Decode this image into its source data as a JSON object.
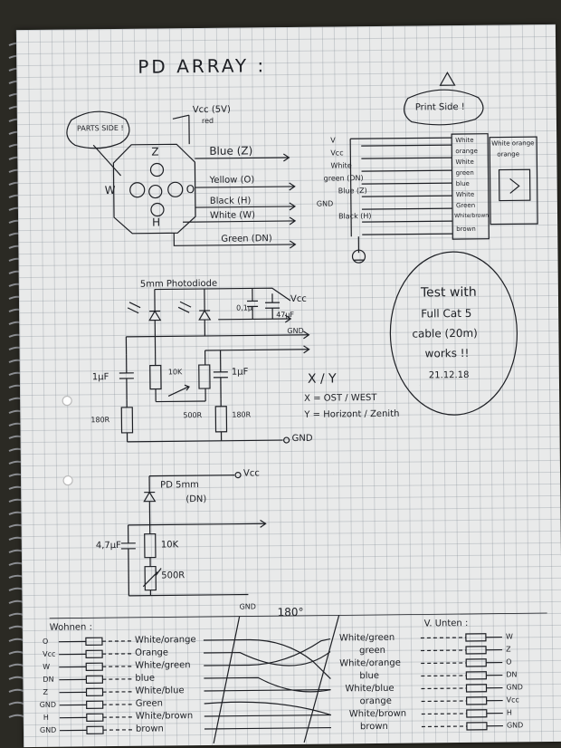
{
  "title": "PD ARRAY :",
  "parts_side": "PARTS SIDE !",
  "print_side": "Print Side !",
  "vcc_label": "Vcc (5V)",
  "vcc_color": "red",
  "array_wires": [
    "Blue (Z)",
    "Yellow (O)",
    "Black (H)",
    "White (W)",
    "Green (DN)"
  ],
  "array_letters": {
    "z": "Z",
    "w": "W",
    "o": "O",
    "h": "H"
  },
  "connector_labels": [
    "V",
    "Vcc",
    "White",
    "green (DN)",
    "Blue (Z)",
    "GND",
    "Black (H)"
  ],
  "connector_right": [
    "White",
    "orange",
    "White",
    "green",
    "blue",
    "White",
    "Green",
    "White/brown",
    "brown"
  ],
  "connector_box": [
    "White orange",
    "orange"
  ],
  "photodiode_title": "5mm Photodiode",
  "circuit1": {
    "vcc": "Vcc",
    "cap_small": "0,1µ",
    "cap_big": "47µF",
    "gnd": "GND",
    "cap_left": "1µF",
    "cap_right": "1µF",
    "r_left": "180R",
    "r_pot": "10K",
    "r_500": "500R",
    "r_right": "180R",
    "gnd2": "GND"
  },
  "xy": {
    "heading": "X / Y",
    "x": "X = OST / WEST",
    "y": "Y = Horizont / Zenith"
  },
  "test_note": [
    "Test with",
    "Full Cat 5",
    "cable (20m)",
    "works !!",
    "21.12.18"
  ],
  "circuit2": {
    "vcc": "Vcc",
    "pd": "PD 5mm",
    "dn": "(DN)",
    "cap": "4,7µF",
    "r1": "10K",
    "r2": "500R",
    "gnd": "GND",
    "angle": "180°"
  },
  "wiring_left_title": "Wohnen :",
  "wiring_left_pins": [
    "O",
    "Vcc",
    "W",
    "DN",
    "Z",
    "GND",
    "H",
    "GND"
  ],
  "wiring_left_colors": [
    "White/orange",
    "Orange",
    "White/green",
    "blue",
    "White/blue",
    "Green",
    "White/brown",
    "brown"
  ],
  "wiring_right_title": "V. Unten :",
  "wiring_right_colors": [
    "White/green",
    "green",
    "White/orange",
    "blue",
    "White/blue",
    "orange",
    "White/brown",
    "brown"
  ],
  "wiring_right_pins": [
    "W",
    "Z",
    "O",
    "DN",
    "GND",
    "Vcc",
    "H",
    "GND"
  ]
}
